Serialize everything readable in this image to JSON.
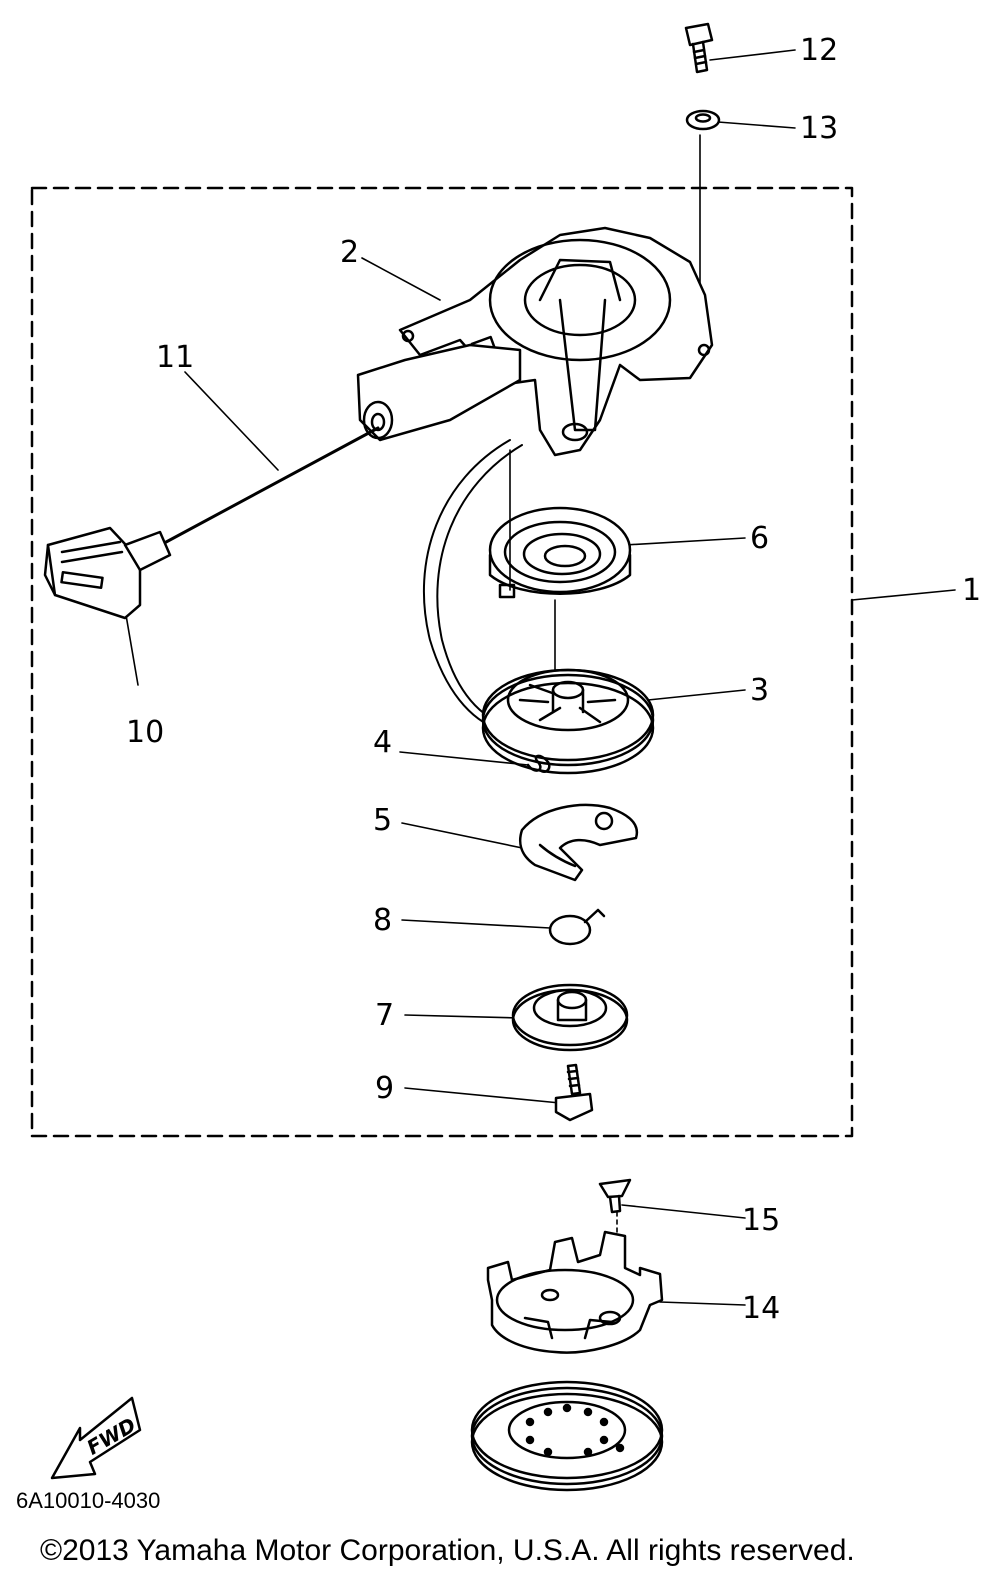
{
  "callouts": {
    "p1": "1",
    "p2": "2",
    "p3": "3",
    "p4": "4",
    "p5": "5",
    "p6": "6",
    "p7": "7",
    "p8": "8",
    "p9": "9",
    "p10": "10",
    "p11": "11",
    "p12": "12",
    "p13": "13",
    "p14": "14",
    "p15": "15"
  },
  "fwd_label": "FWD",
  "diagram_code": "6A10010-4030",
  "copyright": "©2013 Yamaha Motor Corporation, U.S.A. All rights reserved."
}
